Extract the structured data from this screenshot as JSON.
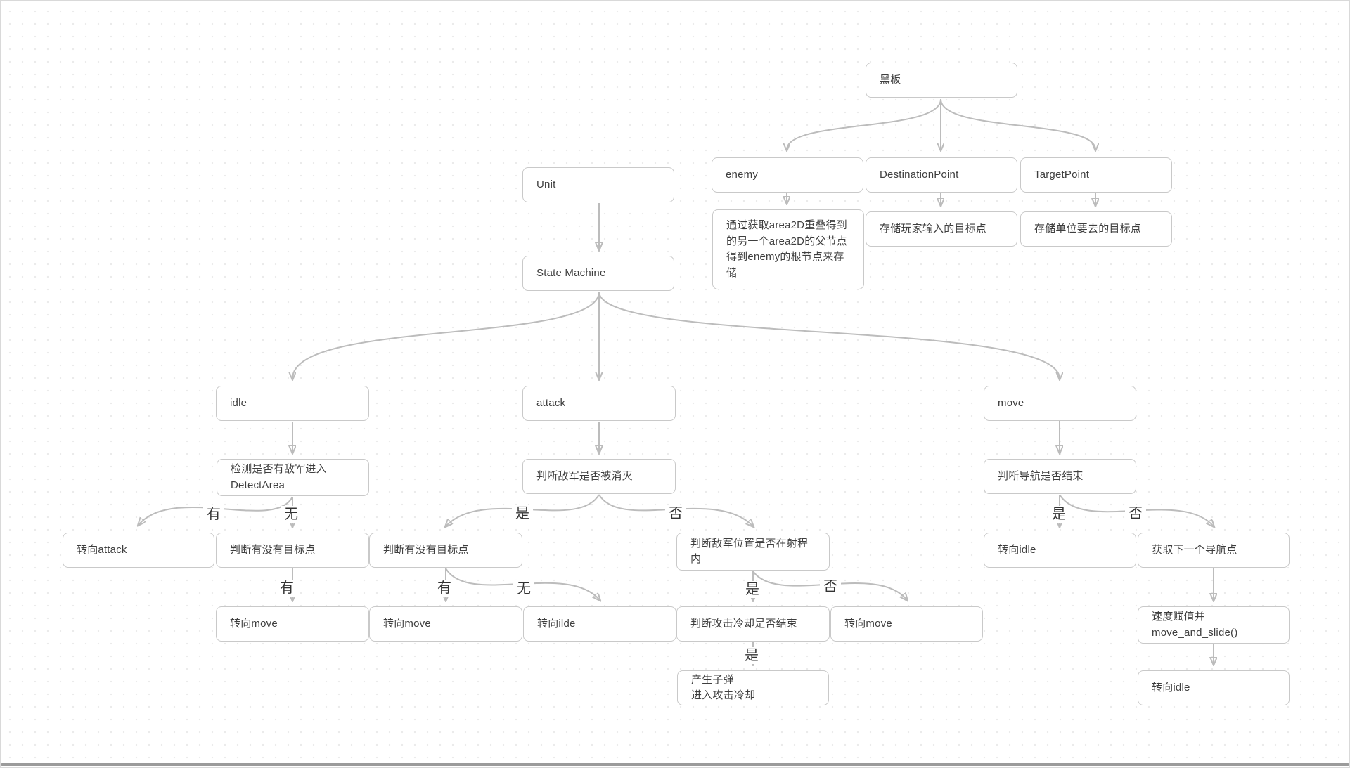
{
  "nodes": {
    "blackboard": "黑板",
    "enemy": "enemy",
    "destination_point": "DestinationPoint",
    "target_point": "TargetPoint",
    "enemy_desc": "通过获取area2D重叠得到\n的另一个area2D的父节点\n得到enemy的根节点来存\n储",
    "destination_desc": "存储玩家输入的目标点",
    "target_desc": "存储单位要去的目标点",
    "unit": "Unit",
    "state_machine": "State Machine",
    "idle": "idle",
    "attack": "attack",
    "move": "move",
    "detect_enemy": "检测是否有敌军进入\nDetectArea",
    "turn_attack": "转向attack",
    "idle_check_target": "判断有没有目标点",
    "idle_turn_move": "转向move",
    "enemy_destroyed": "判断敌军是否被消灭",
    "attack_check_target": "判断有没有目标点",
    "enemy_in_range": "判断敌军位置是否在射程\n内",
    "attack_turn_move": "转向move",
    "turn_ilde": "转向ilde",
    "cooldown_check": "判断攻击冷却是否结束",
    "range_turn_move": "转向move",
    "spawn_bullet": "产生子弹\n进入攻击冷却",
    "nav_finished": "判断导航是否结束",
    "move_turn_idle": "转向idle",
    "get_next_nav": "获取下一个导航点",
    "set_velocity": "速度赋值并\nmove_and_slide()",
    "final_turn_idle": "转向idle"
  },
  "edge_labels": {
    "detect_has": "有",
    "detect_none": "无",
    "destroyed_yes": "是",
    "destroyed_no": "否",
    "idle_target_has": "有",
    "attack_target_has": "有",
    "attack_target_none": "无",
    "range_yes": "是",
    "range_no": "否",
    "cooldown_yes": "是",
    "nav_yes": "是",
    "nav_no": "否"
  },
  "colors": {
    "node_border": "#c9c9c9",
    "edge_stroke": "#bcbcbc",
    "text": "#3e3e3e",
    "background": "#ffffff"
  }
}
